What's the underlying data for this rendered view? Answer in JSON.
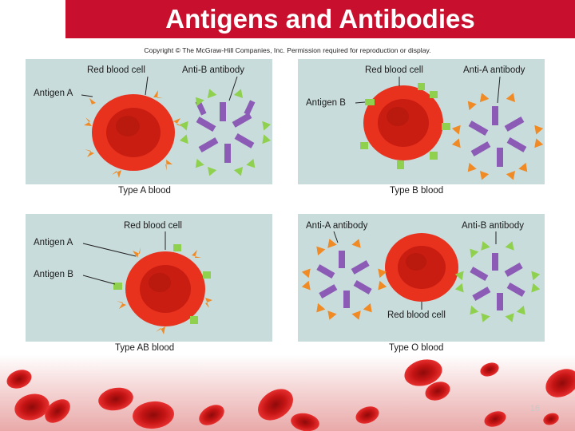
{
  "slide": {
    "title": "Antigens and Antibodies",
    "copyright": "Copyright © The McGraw-Hill Companies, Inc. Permission required for reproduction or display.",
    "page_number": "16"
  },
  "panels": {
    "a": {
      "caption": "Type A blood",
      "label_rbc": "Red blood cell",
      "label_antibody": "Anti-B antibody",
      "label_antigen": "Antigen A"
    },
    "b": {
      "caption": "Type B blood",
      "label_rbc": "Red blood cell",
      "label_antibody": "Anti-A antibody",
      "label_antigen": "Antigen B"
    },
    "ab": {
      "caption": "Type AB blood",
      "label_rbc": "Red blood cell",
      "label_antigen_a": "Antigen A",
      "label_antigen_b": "Antigen B"
    },
    "o": {
      "caption": "Type O blood",
      "label_rbc": "Red blood cell",
      "label_anti_a": "Anti-A antibody",
      "label_anti_b": "Anti-B antibody"
    }
  },
  "colors": {
    "title_bar": "#c8102e",
    "panel_bg": "#c9dcdc",
    "rbc": "#e8321e",
    "antigen_a": "#f08a24",
    "antigen_b": "#8fd14f",
    "antibody": "#8b5bb5"
  }
}
